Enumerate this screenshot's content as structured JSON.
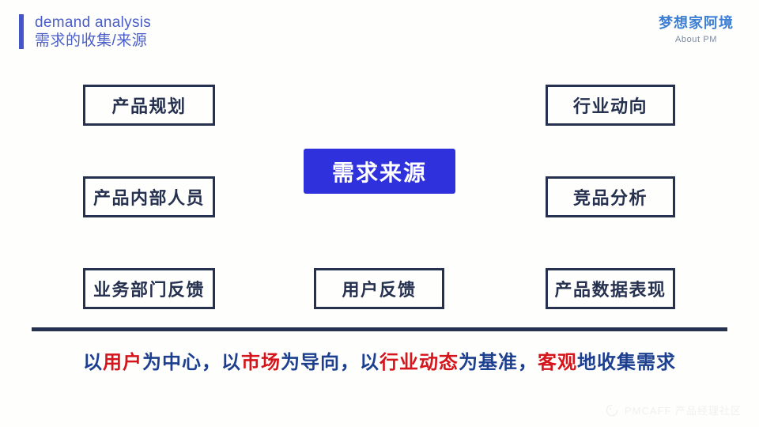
{
  "header": {
    "title_en": "demand analysis",
    "title_cn": "需求的收集/来源",
    "accent_color": "#4456c7",
    "text_color": "#4a5ec9"
  },
  "brand": {
    "name_cn": "梦想家阿境",
    "name_en": "About PM",
    "color": "#3d7fd4"
  },
  "diagram": {
    "center": {
      "label": "需求来源",
      "background": "#2f31dd",
      "text_color": "#ffffff"
    },
    "box_border_color": "#26314f",
    "box_text_color": "#26314f",
    "left_column": [
      {
        "label": "产品规划"
      },
      {
        "label": "产品内部人员"
      },
      {
        "label": "业务部门反馈"
      }
    ],
    "center_column": [
      {
        "label": "用户反馈"
      }
    ],
    "right_column": [
      {
        "label": "行业动向"
      },
      {
        "label": "竞品分析"
      },
      {
        "label": "产品数据表现"
      }
    ]
  },
  "statement": {
    "highlight_color": "#d5151c",
    "base_color": "#1d3f8f",
    "segments": [
      {
        "text": "以",
        "highlight": false
      },
      {
        "text": "用户",
        "highlight": true
      },
      {
        "text": "为中心，以",
        "highlight": false
      },
      {
        "text": "市场",
        "highlight": true
      },
      {
        "text": "为导向，以",
        "highlight": false
      },
      {
        "text": "行业动态",
        "highlight": true
      },
      {
        "text": "为基准，",
        "highlight": false
      },
      {
        "text": "客观",
        "highlight": true
      },
      {
        "text": "地收集需求",
        "highlight": false
      }
    ]
  },
  "watermark": {
    "text": "PMCAFF 产品经理社区"
  }
}
